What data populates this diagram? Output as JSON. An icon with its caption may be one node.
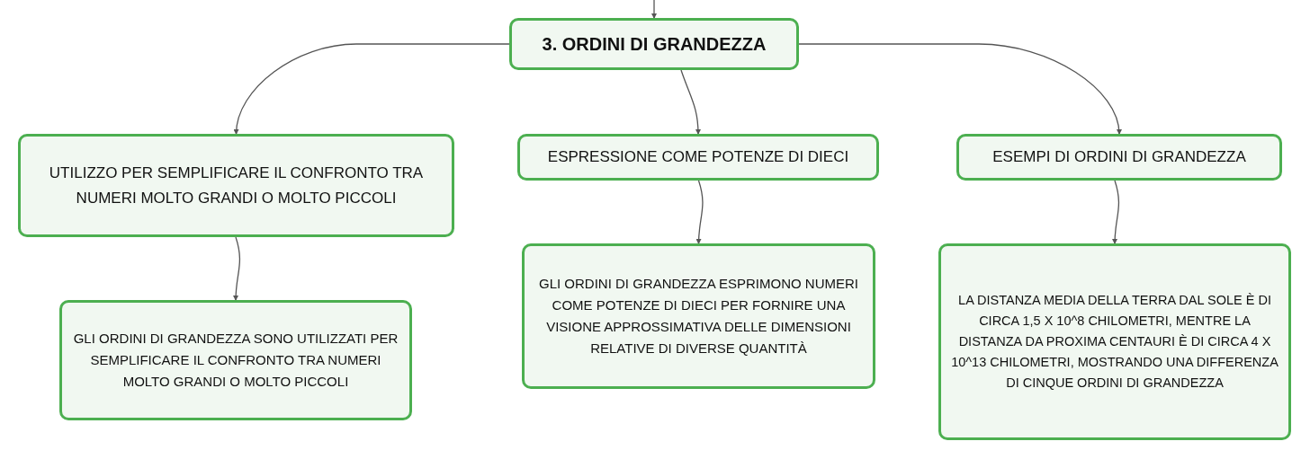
{
  "diagram": {
    "nodes": [
      {
        "text": [
          "3. ORDINI DI GRANDEZZA"
        ]
      },
      {
        "text": [
          "UTILIZZO PER SEMPLIFICARE IL CONFRONTO TRA NUMERI MOLTO GRANDI O MOLTO PICCOLI"
        ]
      },
      {
        "text": [
          "ESPRESSIONE COME POTENZE DI DIECI"
        ]
      },
      {
        "text": [
          "ESEMPI DI ORDINI DI GRANDEZZA"
        ]
      },
      {
        "text": [
          "GLI ORDINI DI GRANDEZZA SONO UTILIZZATI PER SEMPLIFICARE IL CONFRONTO TRA NUMERI MOLTO GRANDI O MOLTO PICCOLI"
        ]
      },
      {
        "text": [
          "GLI ORDINI DI GRANDEZZA ESPRIMONO NUMERI COME POTENZE DI DIECI PER FORNIRE UNA VISIONE APPROSSIMATIVA DELLE DIMENSIONI RELATIVE DI DIVERSE QUANTITÀ"
        ]
      },
      {
        "text": [
          "LA DISTANZA MEDIA DELLA TERRA DAL SOLE È DI CIRCA 1,5 X 10^8 CHILOMETRI, MENTRE LA DISTANZA DA PROXIMA CENTAURI È DI CIRCA 4 X 10^13 CHILOMETRI, MOSTRANDO UNA DIFFERENZA DI CINQUE ORDINI DI GRANDEZZA"
        ]
      }
    ],
    "edges": [
      {
        "from": null,
        "to": 0,
        "arrow": "to"
      },
      {
        "from": 0,
        "to": 1,
        "arrow": "to"
      },
      {
        "from": 0,
        "to": 2,
        "arrow": "to"
      },
      {
        "from": 0,
        "to": 3,
        "arrow": "to"
      },
      {
        "from": 1,
        "to": 4,
        "arrow": "to"
      },
      {
        "from": 2,
        "to": 5,
        "arrow": "to"
      },
      {
        "from": 3,
        "to": 6,
        "arrow": "to"
      }
    ]
  }
}
